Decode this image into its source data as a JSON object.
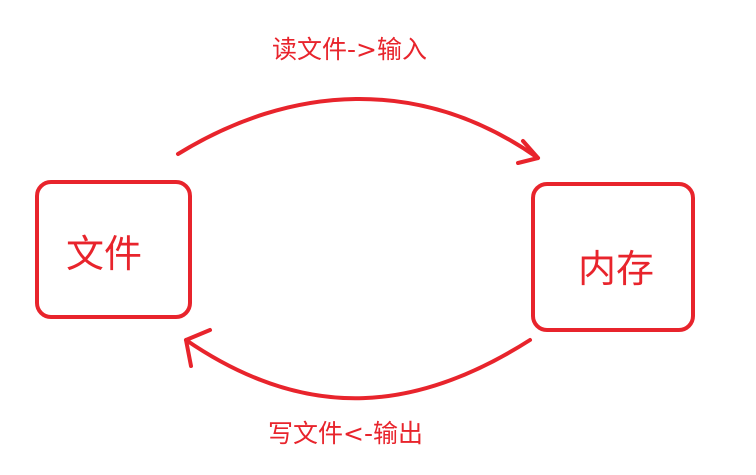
{
  "diagram": {
    "accent_color": "#e8242c",
    "nodes": {
      "file": {
        "label": "文件"
      },
      "memory": {
        "label": "内存"
      }
    },
    "edges": {
      "read": {
        "label": "读文件->输入",
        "from": "file",
        "to": "memory"
      },
      "write": {
        "label": "写文件<-输出",
        "from": "memory",
        "to": "file"
      }
    }
  }
}
